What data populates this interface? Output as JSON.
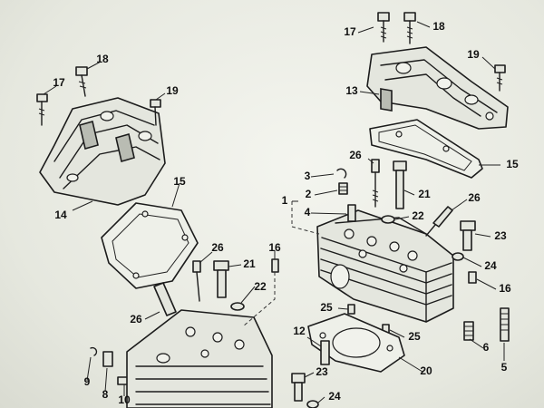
{
  "callouts": {
    "c1": "1",
    "c2": "2",
    "c3": "3",
    "c4": "4",
    "c5": "5",
    "c6": "6",
    "c8": "8",
    "c9": "9",
    "c10": "10",
    "c12": "12",
    "c13": "13",
    "c14": "14",
    "c15a": "15",
    "c15b": "15",
    "c16a": "16",
    "c16b": "16",
    "c17a": "17",
    "c17b": "17",
    "c18a": "18",
    "c18b": "18",
    "c19a": "19",
    "c19b": "19",
    "c20": "20",
    "c21a": "21",
    "c21b": "21",
    "c22a": "22",
    "c22b": "22",
    "c23a": "23",
    "c23b": "23",
    "c24a": "24",
    "c24b": "24",
    "c25a": "25",
    "c25b": "25",
    "c26a": "26",
    "c26b": "26",
    "c26c": "26",
    "c26d": "26"
  }
}
